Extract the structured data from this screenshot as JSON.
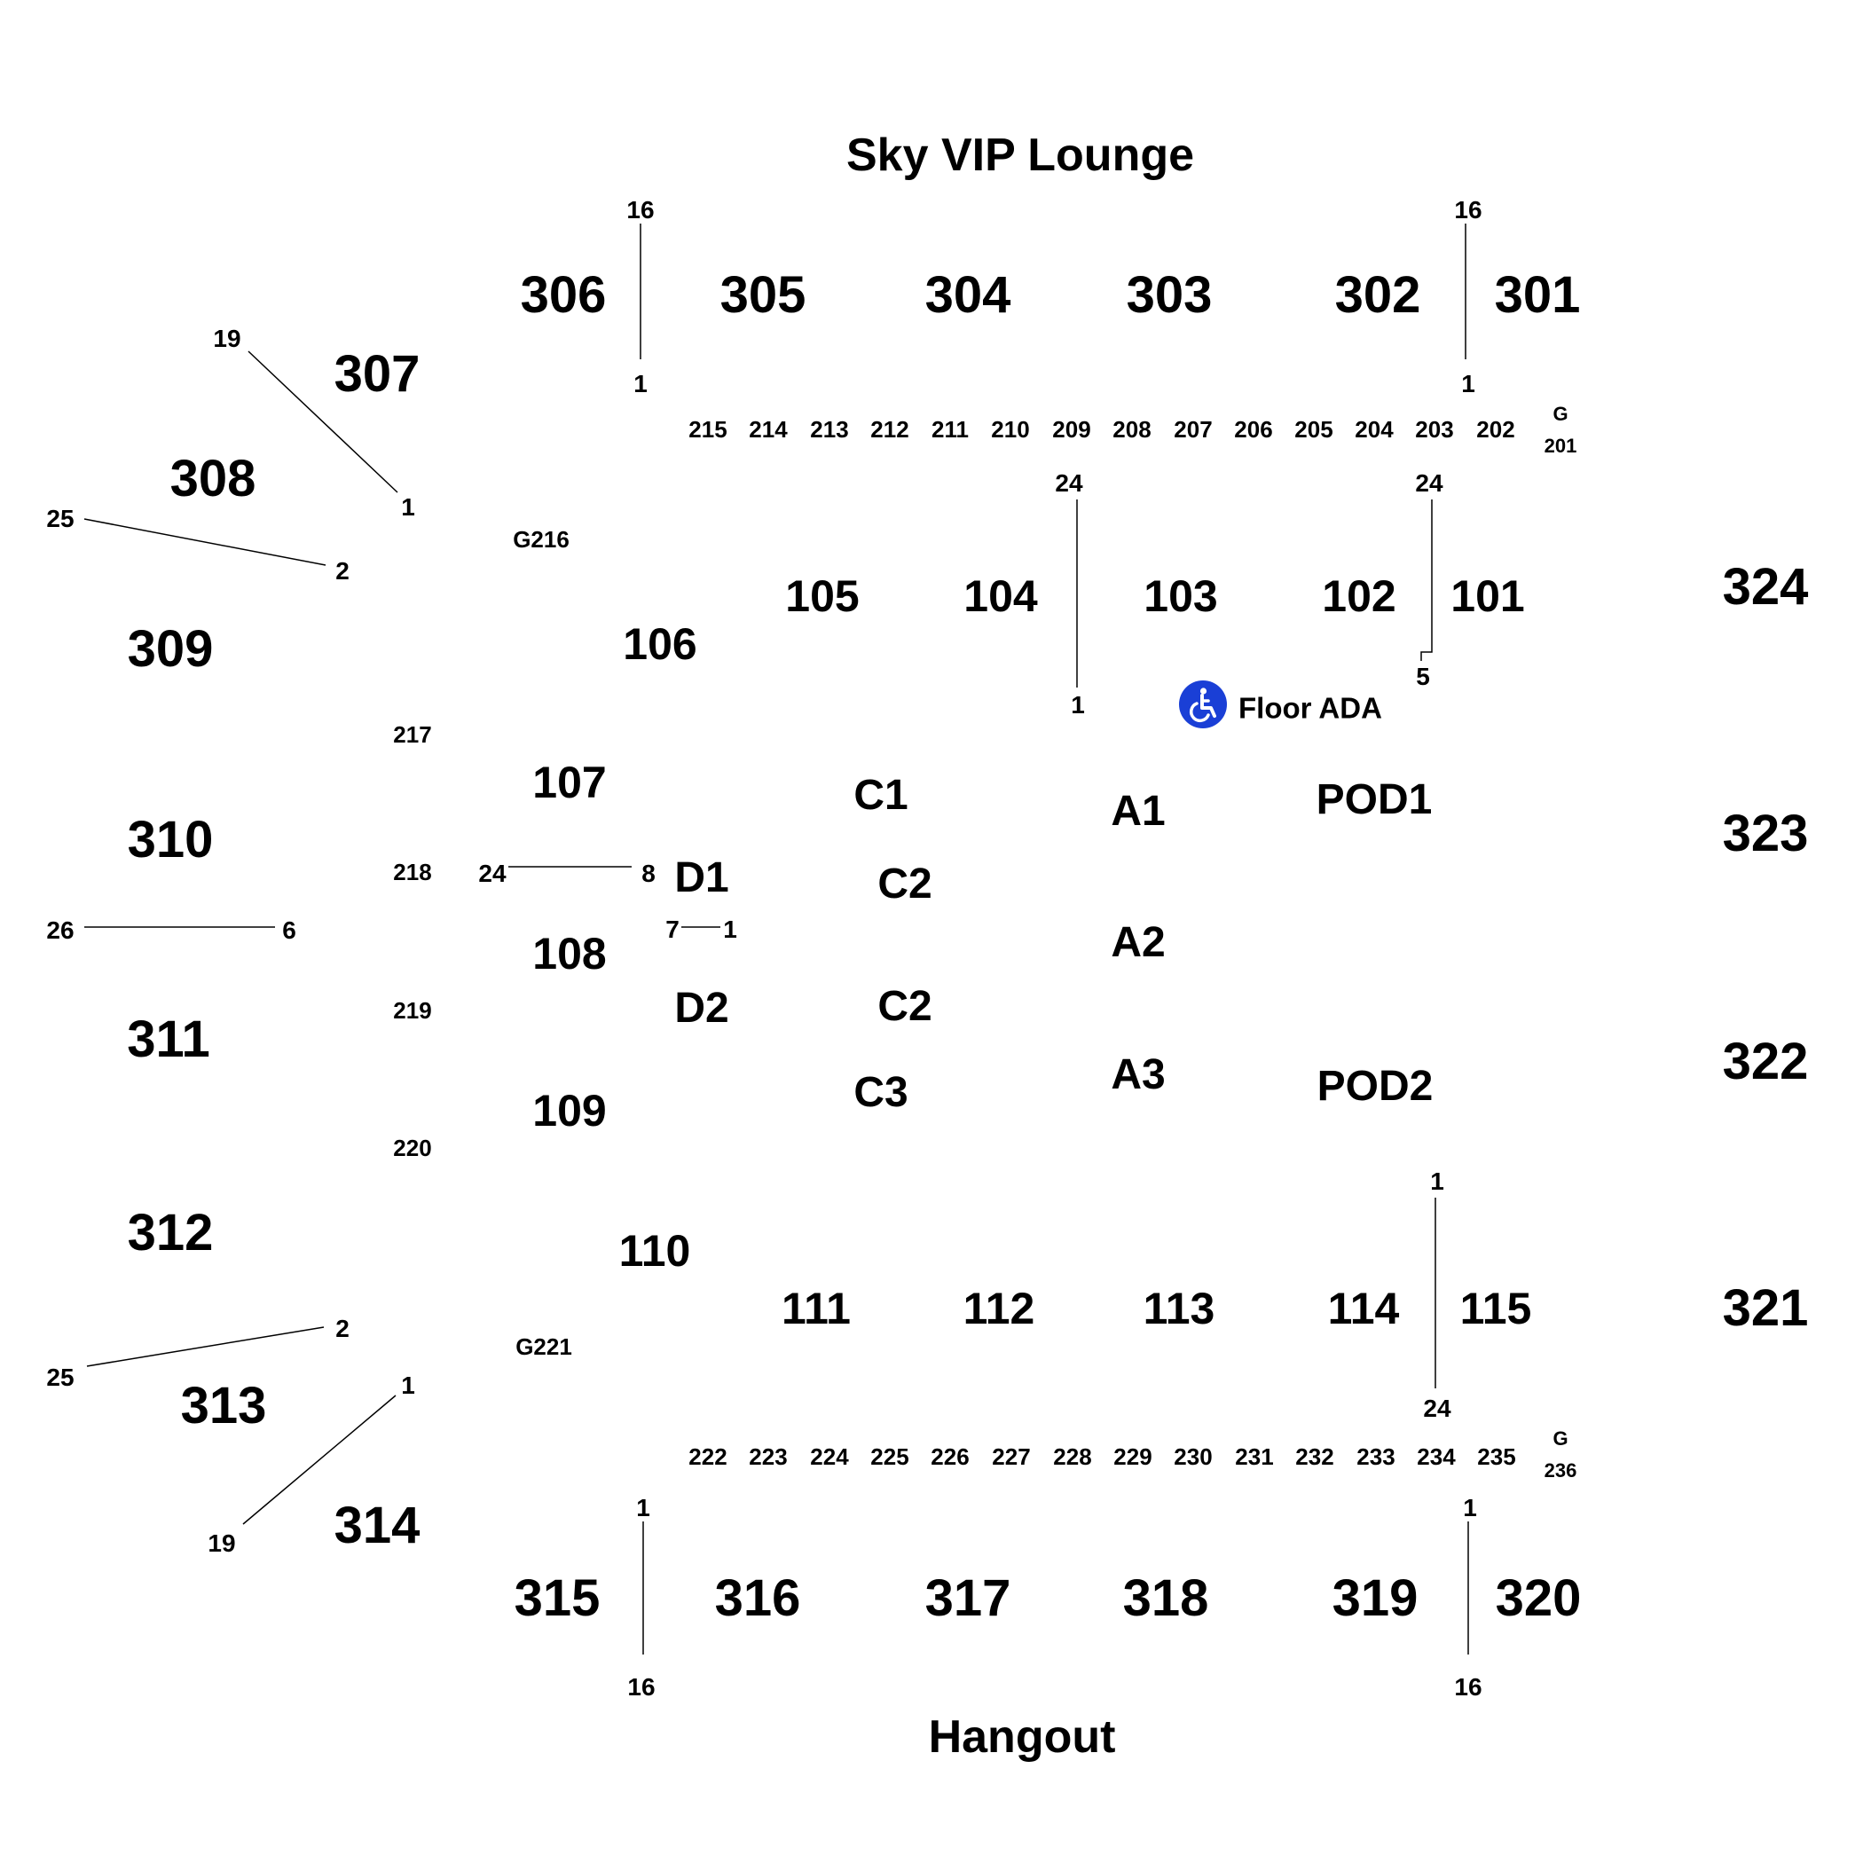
{
  "venue": {
    "top_label": "Sky VIP Lounge",
    "bottom_label": "Hangout",
    "ada_label": "Floor ADA",
    "ada_icon": "wheelchair-accessible-icon",
    "ada_color": "#1a3fd6"
  },
  "sections_300": {
    "s301": "301",
    "s302": "302",
    "s303": "303",
    "s304": "304",
    "s305": "305",
    "s306": "306",
    "s307": "307",
    "s308": "308",
    "s309": "309",
    "s310": "310",
    "s311": "311",
    "s312": "312",
    "s313": "313",
    "s314": "314",
    "s315": "315",
    "s316": "316",
    "s317": "317",
    "s318": "318",
    "s319": "319",
    "s320": "320",
    "s321": "321",
    "s322": "322",
    "s323": "323",
    "s324": "324"
  },
  "sections_100": {
    "s101": "101",
    "s102": "102",
    "s103": "103",
    "s104": "104",
    "s105": "105",
    "s106": "106",
    "s107": "107",
    "s108": "108",
    "s109": "109",
    "s110": "110",
    "s111": "111",
    "s112": "112",
    "s113": "113",
    "s114": "114",
    "s115": "115"
  },
  "floor": {
    "a1": "A1",
    "a2": "A2",
    "a3": "A3",
    "c1": "C1",
    "c2_upper": "C2",
    "c2_lower": "C2",
    "c3": "C3",
    "d1": "D1",
    "d2": "D2",
    "pod1": "POD1",
    "pod2": "POD2"
  },
  "sections_200": {
    "s202": "202",
    "s203": "203",
    "s204": "204",
    "s205": "205",
    "s206": "206",
    "s207": "207",
    "s208": "208",
    "s209": "209",
    "s210": "210",
    "s211": "211",
    "s212": "212",
    "s213": "213",
    "s214": "214",
    "s215": "215",
    "s217": "217",
    "s218": "218",
    "s219": "219",
    "s220": "220",
    "s222": "222",
    "s223": "223",
    "s224": "224",
    "s225": "225",
    "s226": "226",
    "s227": "227",
    "s228": "228",
    "s229": "229",
    "s230": "230",
    "s231": "231",
    "s232": "232",
    "s233": "233",
    "s234": "234",
    "s235": "235"
  },
  "group_sections": {
    "g201_letter": "G",
    "g201_number": "201",
    "g236_letter": "G",
    "g236_number": "236",
    "g216": "G216",
    "g221": "G221"
  },
  "row_markers": {
    "r306_top": "16",
    "r306_bottom": "1",
    "r301_top": "16",
    "r301_bottom": "1",
    "r307_end": "19",
    "r307_start": "1",
    "r308_end": "25",
    "r308_start": "2",
    "r104_top": "24",
    "r104_bottom": "1",
    "r101_top": "24",
    "r101_bottom": "5",
    "r310_end": "26",
    "r310_start": "6",
    "r107_end": "24",
    "r107_start": "8",
    "rd_end": "7",
    "rd_start": "1",
    "r312_end": "25",
    "r312_start": "2",
    "r313_end": "19",
    "r313_start": "1",
    "r115_top": "1",
    "r115_bottom": "24",
    "r315_top": "1",
    "r315_bottom": "16",
    "r320_top": "1",
    "r320_bottom": "16"
  }
}
